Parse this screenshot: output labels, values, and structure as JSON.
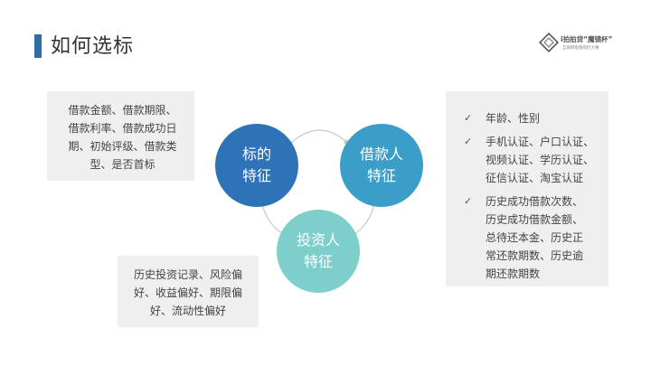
{
  "header": {
    "title": "如何选标",
    "logo": {
      "main_text": "i拍拍贷“魔镜杯”",
      "sub_text": "互联网金融风控大赛"
    }
  },
  "diagram": {
    "circles": [
      {
        "line1": "标的",
        "line2": "特征",
        "color": "#2e73b8"
      },
      {
        "line1": "借款人",
        "line2": "特征",
        "color": "#3a9ec9"
      },
      {
        "line1": "投资人",
        "line2": "特征",
        "color": "#7ecfcc"
      }
    ]
  },
  "left_top_box": {
    "lines": [
      "借款金额、借款期限、",
      "借款利率、借款成功日",
      "期、初始评级、借款类",
      "型、是否首标"
    ]
  },
  "left_bottom_box": {
    "lines": [
      "历史投资记录、风险偏",
      "好、收益偏好、期限偏",
      "好、流动性偏好"
    ]
  },
  "right_box": {
    "items": [
      {
        "lines": [
          "年龄、性别"
        ]
      },
      {
        "lines": [
          "手机认证、户口认证、",
          "视频认证、学历认证、",
          "征信认证、淘宝认证"
        ]
      },
      {
        "lines": [
          "历史成功借款次数、",
          "历史成功借款金额、",
          "总待还本金、历史正",
          "常还款期数、历史逾",
          "期还款期数"
        ]
      }
    ]
  }
}
